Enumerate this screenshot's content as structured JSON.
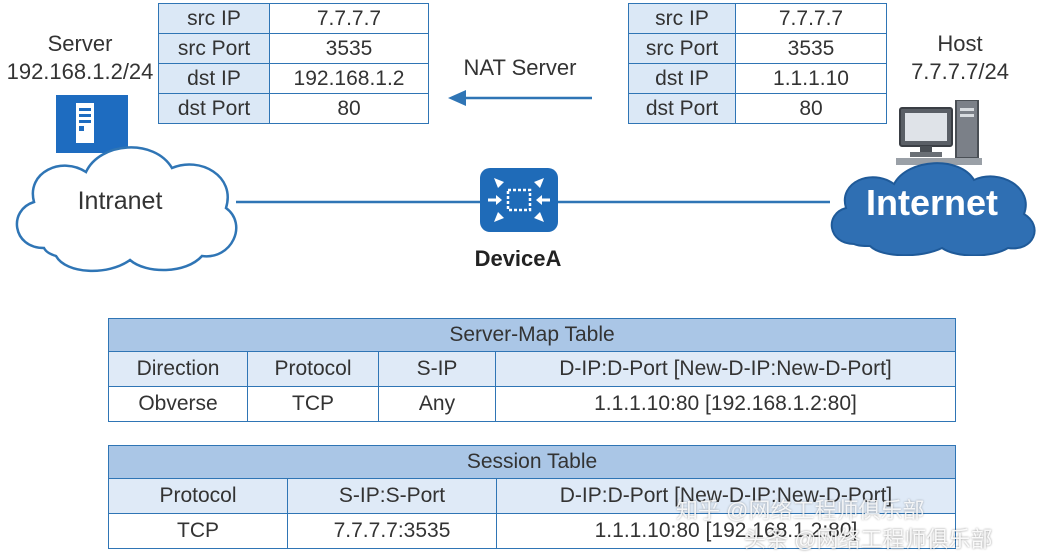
{
  "server": {
    "label": "Server",
    "ip": "192.168.1.2/24"
  },
  "host": {
    "label": "Host",
    "ip": "7.7.7.7/24"
  },
  "intranet": {
    "label": "Intranet"
  },
  "internet": {
    "label": "Internet"
  },
  "device": {
    "label": "DeviceA"
  },
  "nat_label": "NAT Server",
  "left_packet": {
    "rows": [
      {
        "key": "src IP",
        "value": "7.7.7.7"
      },
      {
        "key": "src Port",
        "value": "3535"
      },
      {
        "key": "dst IP",
        "value": "192.168.1.2"
      },
      {
        "key": "dst Port",
        "value": "80"
      }
    ]
  },
  "right_packet": {
    "rows": [
      {
        "key": "src IP",
        "value": "7.7.7.7"
      },
      {
        "key": "src Port",
        "value": "3535"
      },
      {
        "key": "dst IP",
        "value": "1.1.1.10"
      },
      {
        "key": "dst Port",
        "value": "80"
      }
    ]
  },
  "server_map": {
    "title": "Server-Map Table",
    "headers": [
      "Direction",
      "Protocol",
      "S-IP",
      "D-IP:D-Port [New-D-IP:New-D-Port]"
    ],
    "row": [
      "Obverse",
      "TCP",
      "Any",
      "1.1.1.10:80 [192.168.1.2:80]"
    ]
  },
  "session": {
    "title": "Session Table",
    "headers": [
      "Protocol",
      "S-IP:S-Port",
      "D-IP:D-Port [New-D-IP:New-D-Port]"
    ],
    "row": [
      "TCP",
      "7.7.7.7:3535",
      "1.1.1.10:80 [192.168.1.2:80]"
    ]
  },
  "watermarks": [
    "知乎 @网络工程师俱乐部",
    "头条 @网络工程师俱乐部"
  ],
  "colors": {
    "line": "#2f75b5",
    "header_fill": "#dbe8f6",
    "title_fill": "#aac6e6",
    "internet_cloud": "#2f6fb3",
    "device": "#1f6bb8"
  }
}
